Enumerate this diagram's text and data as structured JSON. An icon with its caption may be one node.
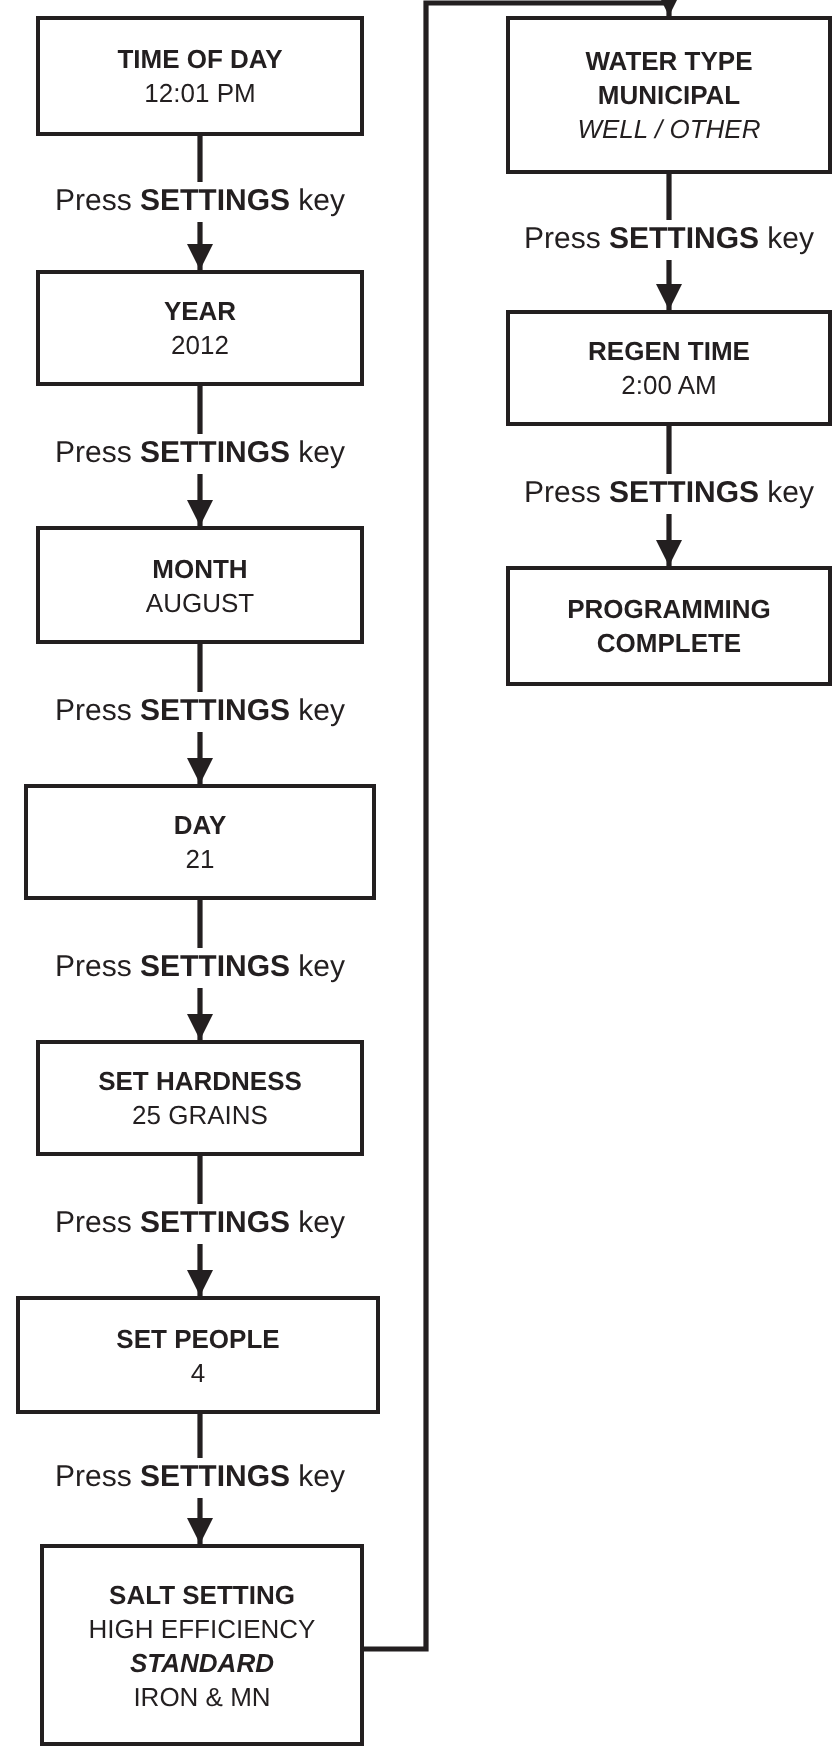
{
  "diagram": {
    "nodes": [
      {
        "text": [
          "TIME OF DAY",
          "12:01 PM"
        ]
      },
      {
        "text": [
          "YEAR",
          "2012"
        ]
      },
      {
        "text": [
          "MONTH",
          "AUGUST"
        ]
      },
      {
        "text": [
          "DAY",
          "21"
        ]
      },
      {
        "text": [
          "SET HARDNESS",
          "25 GRAINS"
        ]
      },
      {
        "text": [
          "SET PEOPLE",
          "4"
        ]
      },
      {
        "text": [
          "SALT SETTING",
          "HIGH EFFICIENCY",
          "STANDARD",
          "IRON & MN"
        ]
      },
      {
        "text": [
          "WATER TYPE",
          "MUNICIPAL",
          "WELL / OTHER"
        ]
      },
      {
        "text": [
          "REGEN TIME",
          "2:00 AM"
        ]
      },
      {
        "text": [
          "PROGRAMMING COMPLETE"
        ]
      }
    ],
    "edges": [
      {
        "from": 0,
        "to": 1,
        "arrow": "to",
        "label": "Press **SETTINGS** key"
      },
      {
        "from": 1,
        "to": 2,
        "arrow": "to",
        "label": "Press **SETTINGS** key"
      },
      {
        "from": 2,
        "to": 3,
        "arrow": "to",
        "label": "Press **SETTINGS** key"
      },
      {
        "from": 3,
        "to": 4,
        "arrow": "to",
        "label": "Press **SETTINGS** key"
      },
      {
        "from": 4,
        "to": 5,
        "arrow": "to",
        "label": "Press **SETTINGS** key"
      },
      {
        "from": 5,
        "to": 6,
        "arrow": "to",
        "label": "Press **SETTINGS** key"
      },
      {
        "from": 6,
        "to": 7,
        "arrow": "to"
      },
      {
        "from": 7,
        "to": 8,
        "arrow": "to",
        "label": "Press **SETTINGS** key"
      },
      {
        "from": 8,
        "to": 9,
        "arrow": "to",
        "label": "Press **SETTINGS** key"
      }
    ]
  }
}
